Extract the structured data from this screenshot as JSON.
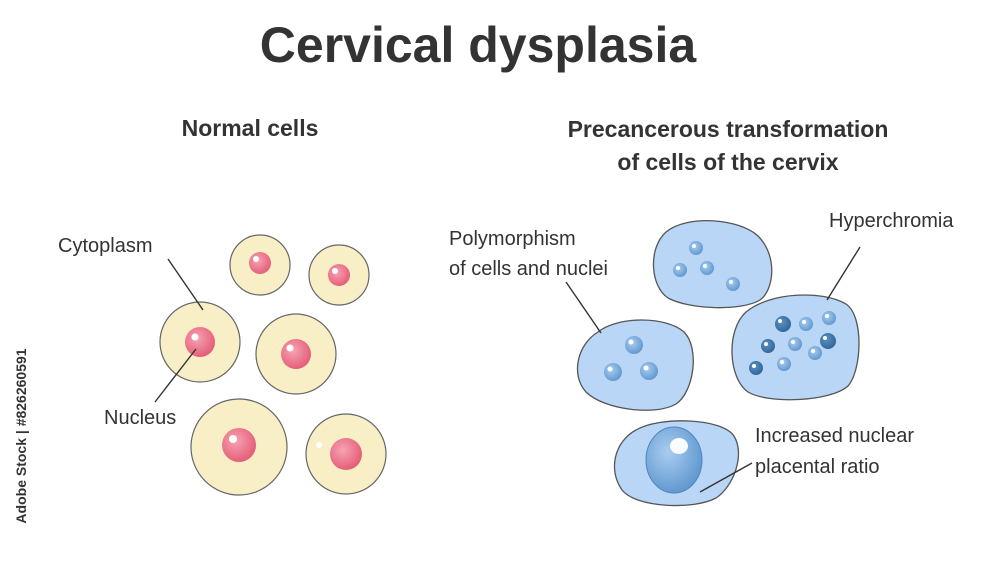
{
  "title": "Cervical dysplasia",
  "normal": {
    "heading": "Normal cells",
    "labels": {
      "cytoplasm": "Cytoplasm",
      "nucleus": "Nucleus"
    }
  },
  "precancer": {
    "heading_line1": "Precancerous transformation",
    "heading_line2": "of cells of the cervix",
    "labels": {
      "polymorphism_line1": "Polymorphism",
      "polymorphism_line2": "of cells and nuclei",
      "hyperchromia": "Hyperchromia",
      "ratio_line1": "Increased nuclear",
      "ratio_line2": "placental ratio"
    }
  },
  "side_caption": "Adobe Stock | #826260591",
  "colors": {
    "normal_cytoplasm": "#f8efc6",
    "normal_nucleus": "#e96e86",
    "abnormal_cytoplasm": "#b9d6f6",
    "abnormal_nucleus": "#7fb0e0",
    "hyperchromic_nucleus": "#3f77a8",
    "outline": "#555555",
    "text": "#333333"
  }
}
